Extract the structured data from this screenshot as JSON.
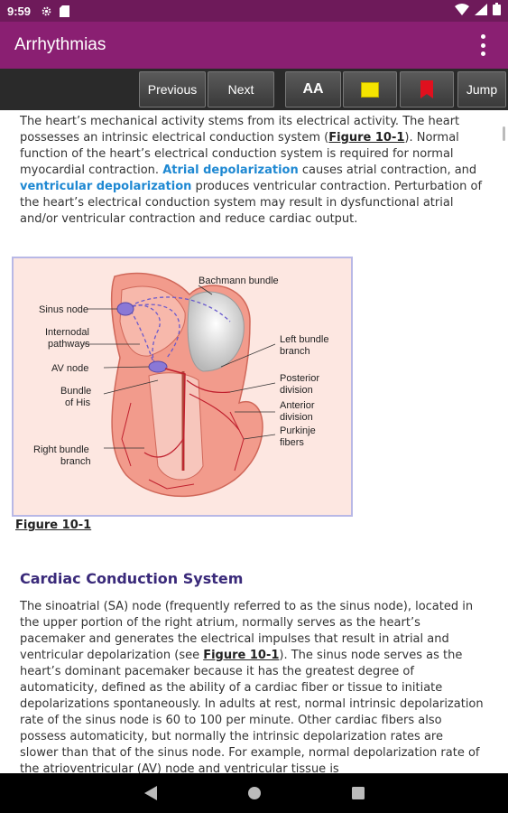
{
  "status": {
    "time": "9:59"
  },
  "app": {
    "title": "Arrhythmias"
  },
  "toolbar": {
    "previous": "Previous",
    "next": "Next",
    "font_size": "AA",
    "highlight_color": "#f5e400",
    "bookmark_color": "#e0101e",
    "jump": "Jump"
  },
  "content": {
    "p1": [
      "The heart’s mechanical activity stems from its electrical activity. The heart possesses an intrinsic electrical conduction system (",
      "Figure 10-1",
      "). Normal function of the heart’s electrical conduction system is required for normal myocardial contraction. ",
      "Atrial depolarization",
      " causes atrial contraction, and ",
      "ventricular depolarization",
      " produces ventricular contraction. Perturbation of the heart’s electrical conduction system may result in dysfunctional atrial and/or ventricular contraction and reduce cardiac output."
    ],
    "figure": {
      "caption": "Figure 10-1",
      "labels": {
        "bachmann": "Bachmann bundle",
        "sinus_node": "Sinus node",
        "internodal1": "Internodal",
        "internodal2": "pathways",
        "av_node": "AV node",
        "bundle_his1": "Bundle",
        "bundle_his2": "of His",
        "right_bundle1": "Right bundle",
        "right_bundle2": "branch",
        "left_bundle1": "Left bundle",
        "left_bundle2": "branch",
        "posterior1": "Posterior",
        "posterior2": "division",
        "anterior1": "Anterior",
        "anterior2": "division",
        "purkinje1": "Purkinje",
        "purkinje2": "fibers"
      }
    },
    "heading": "Cardiac Conduction System",
    "p2": [
      "The sinoatrial (SA) node (frequently referred to as the sinus node), located in the upper portion of the right atrium, normally serves as the heart’s pacemaker and generates the electrical impulses that result in atrial and ventricular depolarization (see ",
      "Figure 10-1",
      "). The sinus node serves as the heart’s dominant pacemaker because it has the greatest degree of automaticity, defined as the ability of a cardiac fiber or tissue to initiate depolarizations spontaneously. In adults at rest, normal intrinsic depolarization rate of the sinus node is 60 to 100 per minute. Other cardiac fibers also possess automaticity, but normally the intrinsic depolarization rates are slower than that of the sinus node. For example, normal depolarization rate of the atrioventricular (AV) node and ventricular tissue is"
    ]
  }
}
